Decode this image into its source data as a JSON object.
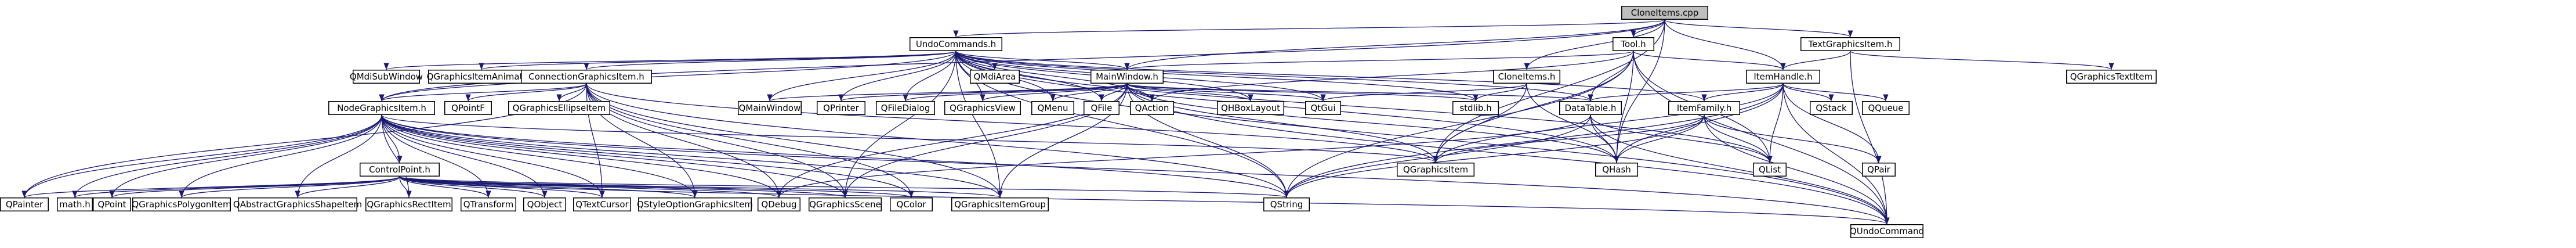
{
  "diagram": {
    "title": "",
    "colors": {
      "edge": "#191970",
      "node_fill": "#ffffff",
      "root_fill": "#bfbfbf",
      "node_border": "#000000",
      "incomplete_border": "#ff0000"
    },
    "nodes": [
      {
        "id": "root",
        "label": "CloneItems.cpp",
        "kind": "root"
      },
      {
        "id": "undo",
        "label": "UndoCommands.h",
        "kind": "header"
      },
      {
        "id": "tool",
        "label": "Tool.h",
        "kind": "incomplete"
      },
      {
        "id": "textitem",
        "label": "TextGraphicsItem.h",
        "kind": "header"
      },
      {
        "id": "mdisub",
        "label": "QMdiSubWindow",
        "kind": "qt"
      },
      {
        "id": "gianim",
        "label": "QGraphicsItemAnimation",
        "kind": "qt"
      },
      {
        "id": "conn",
        "label": "ConnectionGraphicsItem.h",
        "kind": "header"
      },
      {
        "id": "mdiarea",
        "label": "QMdiArea",
        "kind": "qt"
      },
      {
        "id": "mainwin",
        "label": "MainWindow.h",
        "kind": "incomplete"
      },
      {
        "id": "clonei",
        "label": "CloneItems.h",
        "kind": "header"
      },
      {
        "id": "ihandle",
        "label": "ItemHandle.h",
        "kind": "header"
      },
      {
        "id": "gtext",
        "label": "QGraphicsTextItem",
        "kind": "qt"
      },
      {
        "id": "nodegi",
        "label": "NodeGraphicsItem.h",
        "kind": "header"
      },
      {
        "id": "qpointf",
        "label": "QPointF",
        "kind": "qt"
      },
      {
        "id": "gellipse",
        "label": "QGraphicsEllipseItem",
        "kind": "qt"
      },
      {
        "id": "qmainwin",
        "label": "QMainWindow",
        "kind": "qt"
      },
      {
        "id": "qprinter",
        "label": "QPrinter",
        "kind": "qt"
      },
      {
        "id": "qfiledlg",
        "label": "QFileDialog",
        "kind": "qt"
      },
      {
        "id": "qgview",
        "label": "QGraphicsView",
        "kind": "qt"
      },
      {
        "id": "qmenu",
        "label": "QMenu",
        "kind": "qt"
      },
      {
        "id": "qfile",
        "label": "QFile",
        "kind": "qt"
      },
      {
        "id": "qaction",
        "label": "QAction",
        "kind": "qt"
      },
      {
        "id": "qhbox",
        "label": "QHBoxLayout",
        "kind": "qt"
      },
      {
        "id": "qgui",
        "label": "QtGui",
        "kind": "qt"
      },
      {
        "id": "stdlib",
        "label": "stdlib.h",
        "kind": "qt"
      },
      {
        "id": "datatable",
        "label": "DataTable.h",
        "kind": "incomplete"
      },
      {
        "id": "itemfam",
        "label": "ItemFamily.h",
        "kind": "incomplete"
      },
      {
        "id": "qstack",
        "label": "QStack",
        "kind": "qt"
      },
      {
        "id": "qqueue",
        "label": "QQueue",
        "kind": "qt"
      },
      {
        "id": "ctrlpt",
        "label": "ControlPoint.h",
        "kind": "header"
      },
      {
        "id": "qgitem",
        "label": "QGraphicsItem",
        "kind": "qt"
      },
      {
        "id": "qhash",
        "label": "QHash",
        "kind": "qt"
      },
      {
        "id": "qlist",
        "label": "QList",
        "kind": "qt"
      },
      {
        "id": "qpair",
        "label": "QPair",
        "kind": "qt"
      },
      {
        "id": "qpainter",
        "label": "QPainter",
        "kind": "qt"
      },
      {
        "id": "mathh",
        "label": "math.h",
        "kind": "qt"
      },
      {
        "id": "qpoint",
        "label": "QPoint",
        "kind": "qt"
      },
      {
        "id": "qgpoly",
        "label": "QGraphicsPolygonItem",
        "kind": "qt"
      },
      {
        "id": "qagshape",
        "label": "QAbstractGraphicsShapeItem",
        "kind": "qt"
      },
      {
        "id": "qgrect",
        "label": "QGraphicsRectItem",
        "kind": "qt"
      },
      {
        "id": "qtransform",
        "label": "QTransform",
        "kind": "qt"
      },
      {
        "id": "qobject",
        "label": "QObject",
        "kind": "qt"
      },
      {
        "id": "qtextcursor",
        "label": "QTextCursor",
        "kind": "qt"
      },
      {
        "id": "qstyleopt",
        "label": "QStyleOptionGraphicsItem",
        "kind": "qt"
      },
      {
        "id": "qdebug",
        "label": "QDebug",
        "kind": "qt"
      },
      {
        "id": "qgscene",
        "label": "QGraphicsScene",
        "kind": "qt"
      },
      {
        "id": "qcolor",
        "label": "QColor",
        "kind": "qt"
      },
      {
        "id": "qgigroup",
        "label": "QGraphicsItemGroup",
        "kind": "qt"
      },
      {
        "id": "qstring",
        "label": "QString",
        "kind": "qt"
      },
      {
        "id": "qundo",
        "label": "QUndoCommand",
        "kind": "qt"
      }
    ],
    "edges": [
      [
        "root",
        "undo"
      ],
      [
        "root",
        "tool"
      ],
      [
        "root",
        "textitem"
      ],
      [
        "root",
        "mainwin"
      ],
      [
        "root",
        "clonei"
      ],
      [
        "root",
        "ihandle"
      ],
      [
        "root",
        "nodegi"
      ],
      [
        "root",
        "qhash"
      ],
      [
        "root",
        "qgitem"
      ],
      [
        "undo",
        "mdisub"
      ],
      [
        "undo",
        "gianim"
      ],
      [
        "undo",
        "conn"
      ],
      [
        "undo",
        "mdiarea"
      ],
      [
        "undo",
        "mainwin"
      ],
      [
        "undo",
        "nodegi"
      ],
      [
        "undo",
        "qmainwin"
      ],
      [
        "undo",
        "qprinter"
      ],
      [
        "undo",
        "qfiledlg"
      ],
      [
        "undo",
        "qgview"
      ],
      [
        "undo",
        "qmenu"
      ],
      [
        "undo",
        "qfile"
      ],
      [
        "undo",
        "qaction"
      ],
      [
        "undo",
        "qhbox"
      ],
      [
        "undo",
        "qgui"
      ],
      [
        "undo",
        "datatable"
      ],
      [
        "undo",
        "itemfam"
      ],
      [
        "undo",
        "qstring"
      ],
      [
        "undo",
        "qgscene"
      ],
      [
        "undo",
        "qgigroup"
      ],
      [
        "undo",
        "qundo"
      ],
      [
        "undo",
        "qlist"
      ],
      [
        "undo",
        "qhash"
      ],
      [
        "undo",
        "stdlib"
      ],
      [
        "tool",
        "mainwin"
      ],
      [
        "tool",
        "ihandle"
      ],
      [
        "tool",
        "qgitem"
      ],
      [
        "tool",
        "qhash"
      ],
      [
        "tool",
        "qlist"
      ],
      [
        "tool",
        "qundo"
      ],
      [
        "tool",
        "qaction"
      ],
      [
        "tool",
        "qstring"
      ],
      [
        "tool",
        "datatable"
      ],
      [
        "textitem",
        "ihandle"
      ],
      [
        "textitem",
        "gtext"
      ],
      [
        "textitem",
        "qundo"
      ],
      [
        "conn",
        "nodegi"
      ],
      [
        "conn",
        "qpointf"
      ],
      [
        "conn",
        "gellipse"
      ],
      [
        "conn",
        "qpainter"
      ],
      [
        "conn",
        "qtextcursor"
      ],
      [
        "conn",
        "qstyleopt"
      ],
      [
        "conn",
        "qdebug"
      ],
      [
        "conn",
        "qgscene"
      ],
      [
        "conn",
        "qcolor"
      ],
      [
        "conn",
        "qgigroup"
      ],
      [
        "conn",
        "qstring"
      ],
      [
        "conn",
        "qgitem"
      ],
      [
        "mainwin",
        "qmainwin"
      ],
      [
        "mainwin",
        "qprinter"
      ],
      [
        "mainwin",
        "qfiledlg"
      ],
      [
        "mainwin",
        "qgview"
      ],
      [
        "mainwin",
        "qmenu"
      ],
      [
        "mainwin",
        "qfile"
      ],
      [
        "mainwin",
        "qaction"
      ],
      [
        "mainwin",
        "qhbox"
      ],
      [
        "mainwin",
        "qgui"
      ],
      [
        "mainwin",
        "stdlib"
      ],
      [
        "mainwin",
        "datatable"
      ],
      [
        "mainwin",
        "qhash"
      ],
      [
        "mainwin",
        "qstring"
      ],
      [
        "mainwin",
        "qundo"
      ],
      [
        "mainwin",
        "qgitem"
      ],
      [
        "mainwin",
        "qgscene"
      ],
      [
        "mainwin",
        "qdebug"
      ],
      [
        "mainwin",
        "qgigroup"
      ],
      [
        "clonei",
        "qgui"
      ],
      [
        "clonei",
        "stdlib"
      ],
      [
        "clonei",
        "qgitem"
      ],
      [
        "clonei",
        "qhash"
      ],
      [
        "ihandle",
        "datatable"
      ],
      [
        "ihandle",
        "itemfam"
      ],
      [
        "ihandle",
        "qstack"
      ],
      [
        "ihandle",
        "qqueue"
      ],
      [
        "ihandle",
        "qpair"
      ],
      [
        "ihandle",
        "qlist"
      ],
      [
        "ihandle",
        "qhash"
      ],
      [
        "ihandle",
        "qundo"
      ],
      [
        "ihandle",
        "qgitem"
      ],
      [
        "ihandle",
        "qstring"
      ],
      [
        "nodegi",
        "ctrlpt"
      ],
      [
        "nodegi",
        "qpainter"
      ],
      [
        "nodegi",
        "mathh"
      ],
      [
        "nodegi",
        "qpoint"
      ],
      [
        "nodegi",
        "qgpoly"
      ],
      [
        "nodegi",
        "qagshape"
      ],
      [
        "nodegi",
        "qgrect"
      ],
      [
        "nodegi",
        "qtransform"
      ],
      [
        "nodegi",
        "qobject"
      ],
      [
        "nodegi",
        "qtextcursor"
      ],
      [
        "nodegi",
        "qstyleopt"
      ],
      [
        "nodegi",
        "qdebug"
      ],
      [
        "nodegi",
        "qgscene"
      ],
      [
        "nodegi",
        "qcolor"
      ],
      [
        "nodegi",
        "qgigroup"
      ],
      [
        "nodegi",
        "qstring"
      ],
      [
        "nodegi",
        "qundo"
      ],
      [
        "nodegi",
        "qgitem"
      ],
      [
        "datatable",
        "qhash"
      ],
      [
        "datatable",
        "qlist"
      ],
      [
        "datatable",
        "qstring"
      ],
      [
        "datatable",
        "qundo"
      ],
      [
        "datatable",
        "qdebug"
      ],
      [
        "itemfam",
        "qhash"
      ],
      [
        "itemfam",
        "qlist"
      ],
      [
        "itemfam",
        "qpair"
      ],
      [
        "itemfam",
        "qundo"
      ],
      [
        "itemfam",
        "qstring"
      ],
      [
        "itemfam",
        "qgitem"
      ],
      [
        "ctrlpt",
        "qpainter"
      ],
      [
        "ctrlpt",
        "mathh"
      ],
      [
        "ctrlpt",
        "qpoint"
      ],
      [
        "ctrlpt",
        "qgpoly"
      ],
      [
        "ctrlpt",
        "qagshape"
      ],
      [
        "ctrlpt",
        "qgrect"
      ],
      [
        "ctrlpt",
        "qtransform"
      ],
      [
        "ctrlpt",
        "qobject"
      ],
      [
        "ctrlpt",
        "qtextcursor"
      ],
      [
        "ctrlpt",
        "qstyleopt"
      ],
      [
        "ctrlpt",
        "qdebug"
      ],
      [
        "ctrlpt",
        "qgscene"
      ],
      [
        "ctrlpt",
        "qcolor"
      ],
      [
        "ctrlpt",
        "qgigroup"
      ],
      [
        "ctrlpt",
        "qstring"
      ],
      [
        "ctrlpt",
        "qundo"
      ]
    ]
  }
}
